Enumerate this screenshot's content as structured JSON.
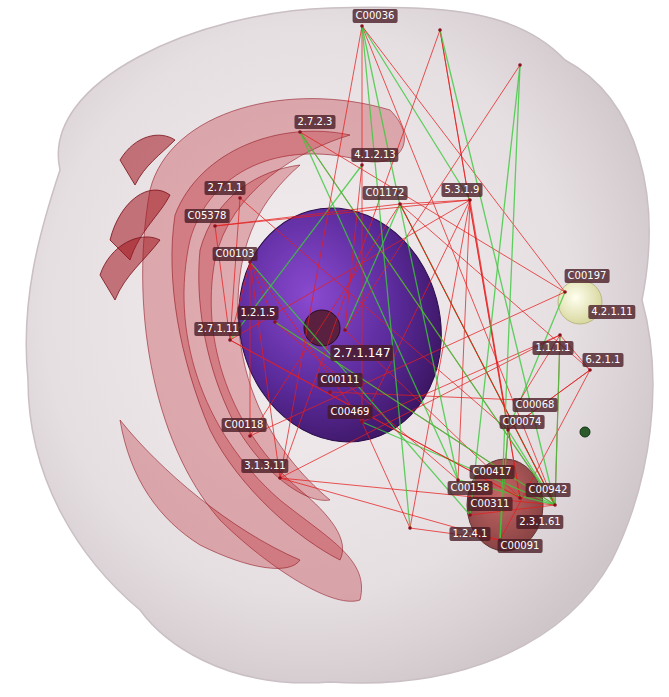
{
  "diagram": {
    "labels": [
      "C00036",
      "2.7.2.3",
      "4.1.2.13",
      "C01172",
      "5.3.1.9",
      "2.7.1.1",
      "C05378",
      "C00103",
      "1.2.1.5",
      "2.7.1.11",
      "2.7.1.147",
      "C00197",
      "4.2.1.11",
      "1.1.1.1",
      "6.2.1.1",
      "C00111",
      "C00469",
      "C00068",
      "C00074",
      "C00118",
      "3.1.3.11",
      "C00417",
      "C00158",
      "C00942",
      "C00311",
      "2.3.1.61",
      "1.2.4.1",
      "C00091"
    ]
  }
}
